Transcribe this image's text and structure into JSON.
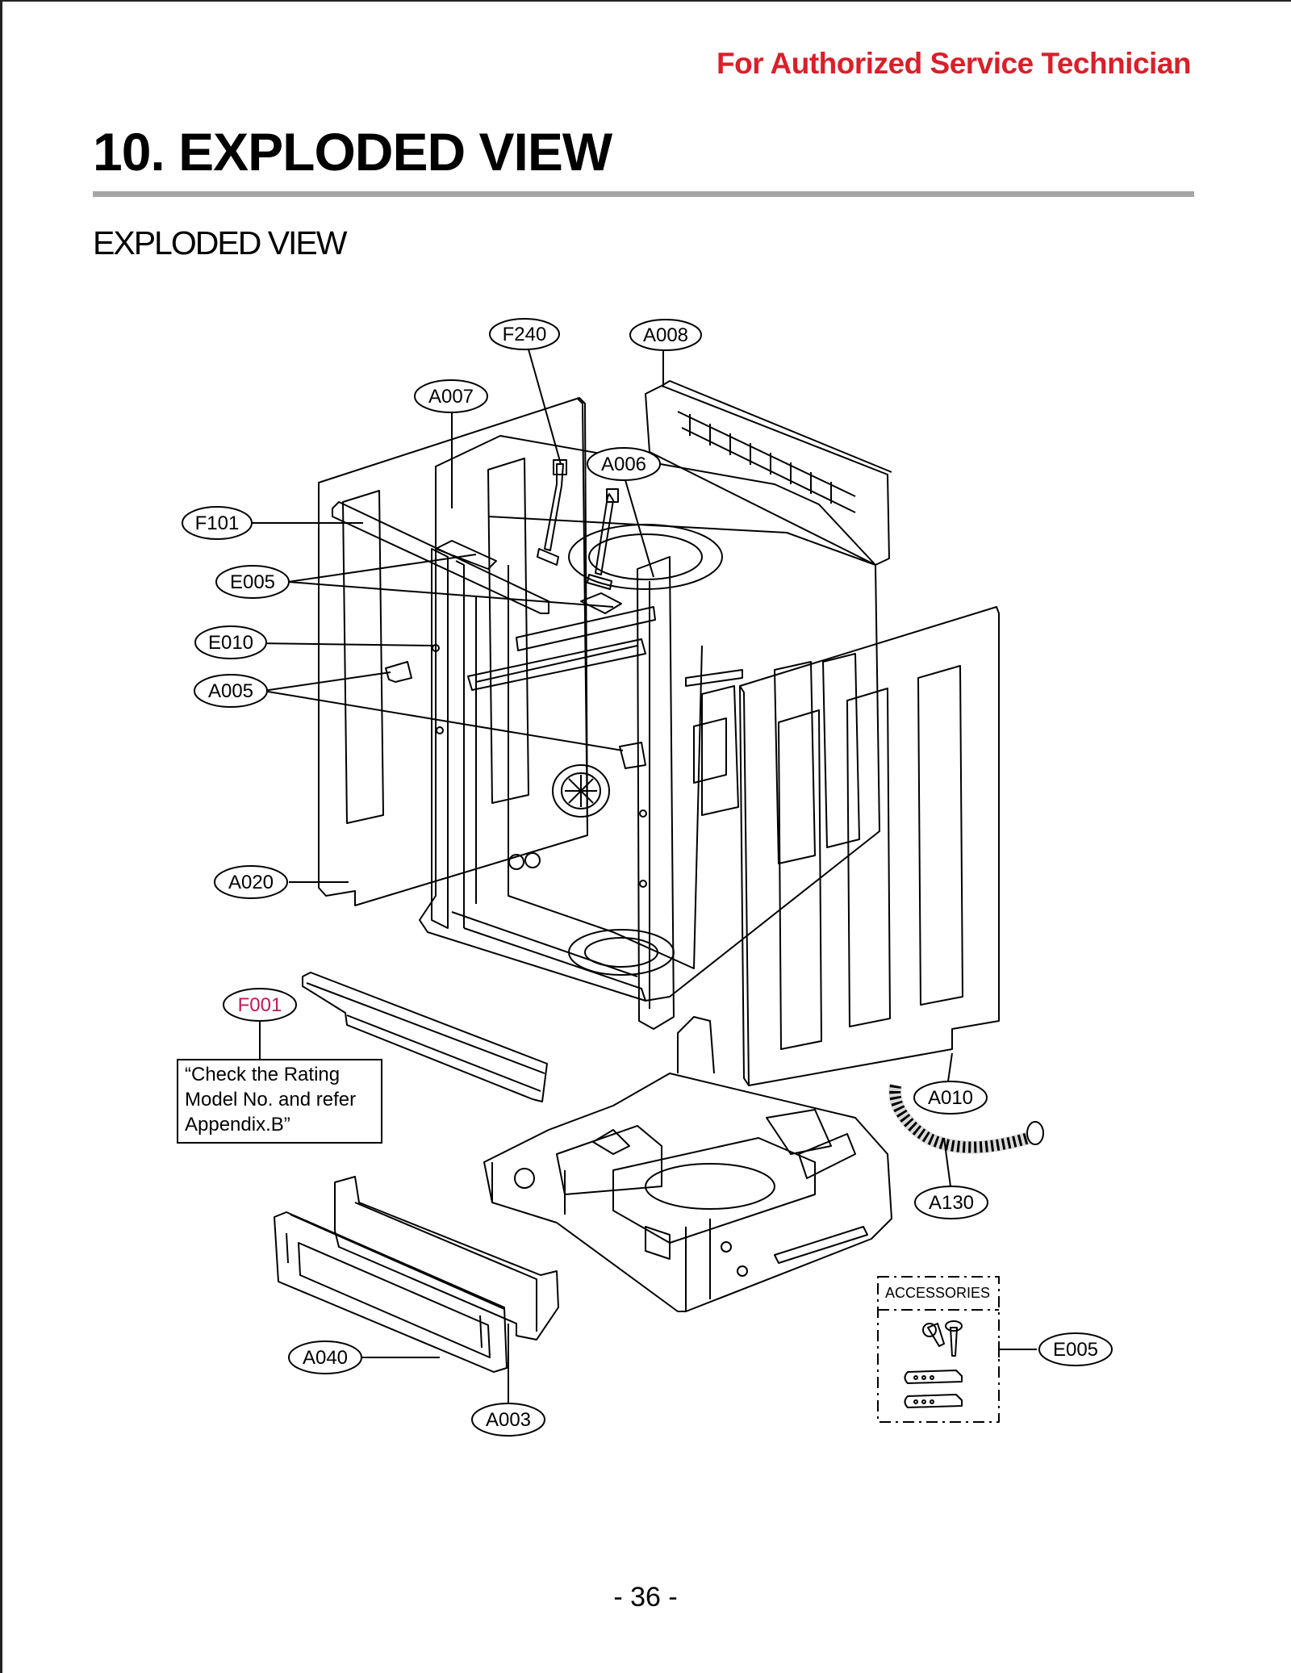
{
  "header": {
    "service_notice": "For Authorized Service Technician"
  },
  "section": {
    "title": "10. EXPLODED VIEW",
    "subtitle": "EXPLODED VIEW"
  },
  "callouts": {
    "f240": "F240",
    "a008": "A008",
    "a007": "A007",
    "a006": "A006",
    "f101": "F101",
    "e005_top": "E005",
    "e010": "E010",
    "a005": "A005",
    "a020": "A020",
    "f001": "F001",
    "a010": "A010",
    "a130": "A130",
    "e005_acc": "E005",
    "a040": "A040",
    "a003": "A003"
  },
  "note": {
    "line1": "“Check the Rating",
    "line2": "Model No. and refer",
    "line3": "Appendix.B”"
  },
  "accessories": {
    "label": "ACCESSORIES"
  },
  "colors": {
    "accent_red": "#d8202a",
    "f001_magenta": "#c2185b",
    "rule_gray": "#a6a6a6"
  },
  "page": {
    "number": "- 36 -"
  }
}
